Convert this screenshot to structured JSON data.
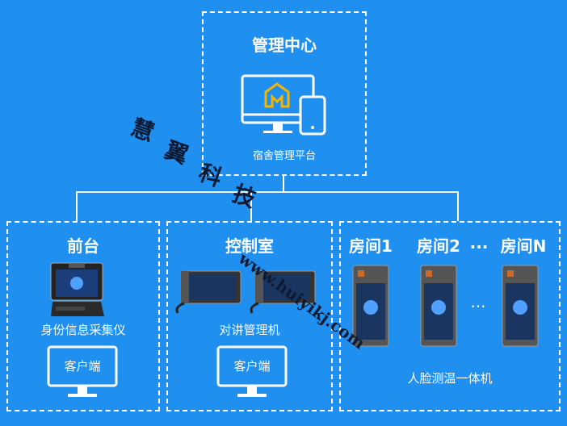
{
  "top": {
    "title": "管理中心",
    "platform_label": "宿舍管理平台"
  },
  "front_desk": {
    "title": "前台",
    "device_label": "身份信息采集仪",
    "client_label": "客户端"
  },
  "control_room": {
    "title": "控制室",
    "device_label": "对讲管理机",
    "client_label": "客户端"
  },
  "rooms": {
    "title_1": "房间1",
    "title_2": "房间2",
    "ellipsis": "...",
    "title_n": "房间N",
    "dots": "···",
    "device_label": "人脸测温一体机"
  },
  "watermark": {
    "chars": [
      "慧",
      "翼",
      "科",
      "技"
    ],
    "url": "www.huiyikj.com"
  },
  "colors": {
    "background": "#1f8ff0",
    "line": "#ffffff",
    "logo": "#f5b400"
  }
}
